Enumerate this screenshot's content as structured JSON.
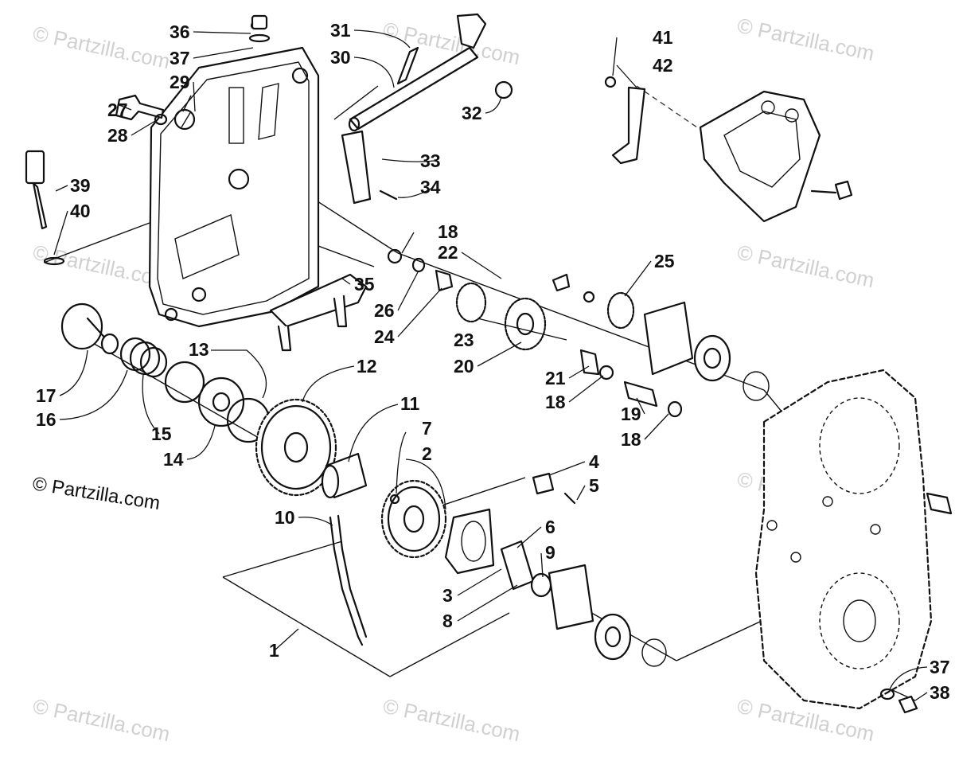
{
  "copyright": "© Partzilla.com",
  "watermark": "© Partzilla.com",
  "labels": [
    "1",
    "2",
    "3",
    "4",
    "5",
    "6",
    "7",
    "8",
    "9",
    "10",
    "11",
    "12",
    "13",
    "14",
    "15",
    "16",
    "17",
    "18",
    "18",
    "18",
    "19",
    "20",
    "21",
    "22",
    "23",
    "24",
    "25",
    "26",
    "27",
    "28",
    "29",
    "30",
    "31",
    "32",
    "33",
    "34",
    "35",
    "36",
    "37",
    "37",
    "38",
    "39",
    "40",
    "41",
    "42"
  ]
}
